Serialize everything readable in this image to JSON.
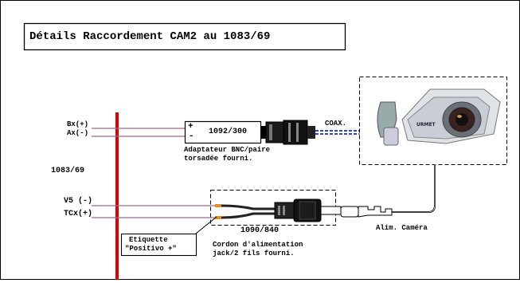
{
  "title": "Détails Raccordement  CAM2  au 1083/69",
  "board_label": "1083/69",
  "terminals": {
    "bx": "Bx(+)",
    "ax": "Ax(-)",
    "v5": "V5 (-)",
    "tcx": "TCx(+)"
  },
  "adapter": {
    "polarity_plus": "+",
    "polarity_minus": "-",
    "code": "1092/300",
    "caption_line1": "Adaptateur BNC/paire",
    "caption_line2": "torsadée fourni."
  },
  "coax_label": "COAX.",
  "power_cord": {
    "code": "1090/840",
    "caption_line1": "Cordon d'alimentation",
    "caption_line2": "jack/2 fils fourni."
  },
  "power_label": "Alim. Caméra",
  "tag": {
    "line1": "Etiquette",
    "line2": "\"Positivo +\""
  },
  "camera": {
    "brand_text": "URMET"
  },
  "colors": {
    "board_bar": "#e00000",
    "wire": "#9a6a8a",
    "coax": "#3344cc"
  }
}
